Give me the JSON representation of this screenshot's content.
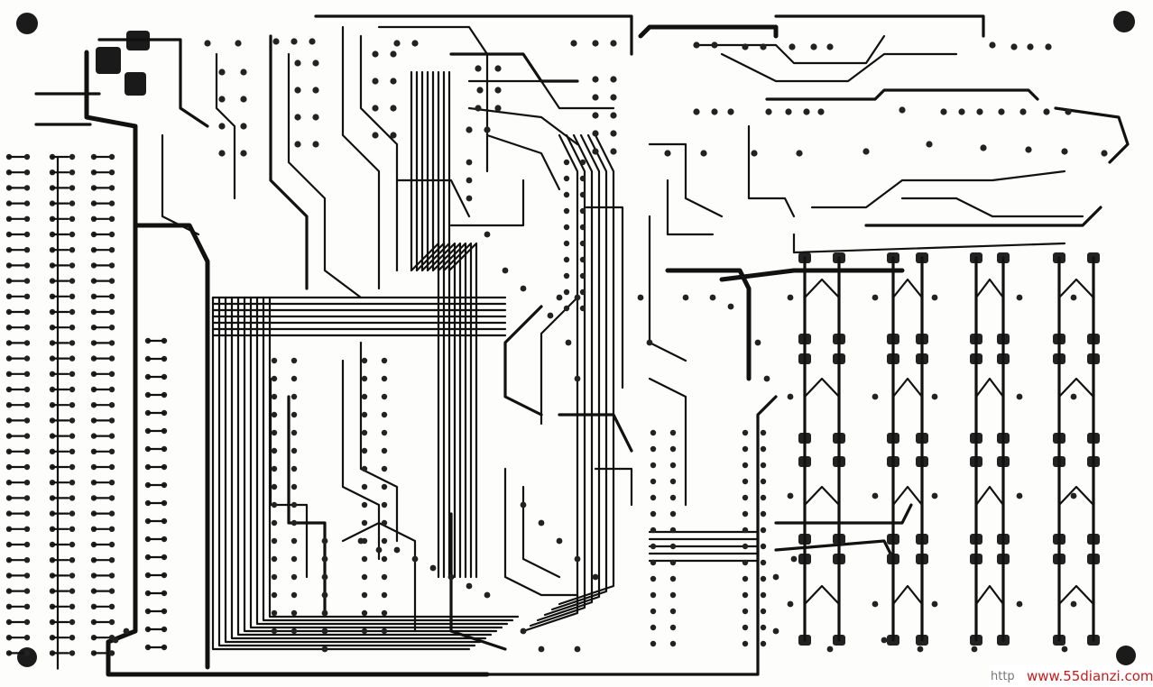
{
  "diagram": {
    "kind": "pcb-trace-layout",
    "watermark_prefix": "http",
    "watermark": "www.55dianzi.com"
  },
  "colors": {
    "background": "#fdfdfb",
    "copper": "#111111",
    "watermark": "#c61b1b"
  }
}
